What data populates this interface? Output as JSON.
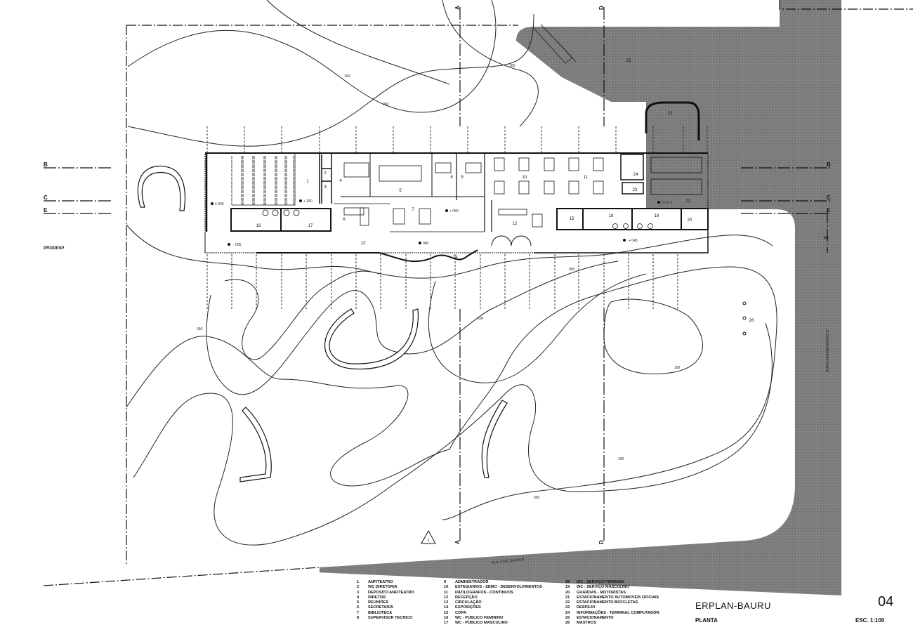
{
  "title_block": {
    "project": "ERPLAN-BAURU",
    "drawing": "PLANTA",
    "sheet_number": "04",
    "scale": "ESC. 1:100"
  },
  "annotations": {
    "prodesp": "PRODESP",
    "street_bottom": "RUA JOSE SALMEN",
    "street_right": "RUA FLORIANO PEIXOTO",
    "north_marker": "1",
    "mastros_number": "26"
  },
  "section_marks": {
    "A": "A",
    "B": "B",
    "C": "C",
    "D": "D",
    "E": "E",
    "two": "2"
  },
  "levels": {
    "l1": "± 000",
    "l2": "+ 250",
    "l3": "+ 050",
    "l4": "- 005",
    "l5": "000",
    "l6": "+ 045",
    "l7": "± 0 0 0"
  },
  "contours": {
    "c1": "100",
    "c2": "050",
    "c3": "100",
    "c4": "050",
    "c5": "050",
    "c6": "100",
    "c7": "100",
    "c8": "050",
    "c9": "100"
  },
  "rooms": {
    "r1": "1",
    "r2": "2",
    "r3": "3",
    "r4": "4",
    "r5": "5",
    "r6": "6",
    "r7": "7",
    "r8": "8",
    "r9": "9",
    "r10": "10",
    "r11": "11",
    "r12": "12",
    "r13": "13",
    "r14": "14",
    "r15": "15",
    "r16": "16",
    "r17": "17",
    "r18": "18",
    "r19": "19",
    "r20": "20",
    "r21": "21",
    "r22": "22",
    "r23": "23",
    "r24": "24",
    "r25": "25"
  },
  "legend": [
    {
      "n": "1",
      "label": "ANFITEATRO"
    },
    {
      "n": "2",
      "label": "WC DIRETORIA"
    },
    {
      "n": "3",
      "label": "DEPOSITO ANFITEATRO"
    },
    {
      "n": "4",
      "label": "DIRETOR"
    },
    {
      "n": "5",
      "label": "REUNIÕES"
    },
    {
      "n": "6",
      "label": "SECRETARIA"
    },
    {
      "n": "7",
      "label": "BIBLIOTECA"
    },
    {
      "n": "8",
      "label": "SUPERVISOR TECNICO"
    },
    {
      "n": "9",
      "label": "ADMINISTRADOR"
    },
    {
      "n": "10",
      "label": "ESTAGIARIOS - SEMO - DESENVOLVIMENTOS"
    },
    {
      "n": "11",
      "label": "DATILOGRAFOS - CONTINUOS"
    },
    {
      "n": "12",
      "label": "RECEPÇÃO"
    },
    {
      "n": "13",
      "label": "CIRCULAÇÃO"
    },
    {
      "n": "14",
      "label": "EXPOSIÇÕES"
    },
    {
      "n": "15",
      "label": "COPA"
    },
    {
      "n": "16",
      "label": "WC - PUBLICO FEMININO"
    },
    {
      "n": "17",
      "label": "WC - PUBLICO MASCULINO"
    },
    {
      "n": "18",
      "label": "WC - SERVIÇO FEMININO"
    },
    {
      "n": "19",
      "label": "WC - SERVIÇO MASCULINO"
    },
    {
      "n": "20",
      "label": "GUARDAS - MOTORISTAS"
    },
    {
      "n": "21",
      "label": "ESTACIONAMENTO AUTOMOVEIS OFICIAIS"
    },
    {
      "n": "22",
      "label": "ESTACIONAMENTO BICICLETAS"
    },
    {
      "n": "23",
      "label": "DESPEJO"
    },
    {
      "n": "24",
      "label": "INFORMAÇÕES - TERMINAL COMPUTADOR"
    },
    {
      "n": "25",
      "label": "ESTACIONAMENTO"
    },
    {
      "n": "26",
      "label": "MASTROS"
    }
  ]
}
